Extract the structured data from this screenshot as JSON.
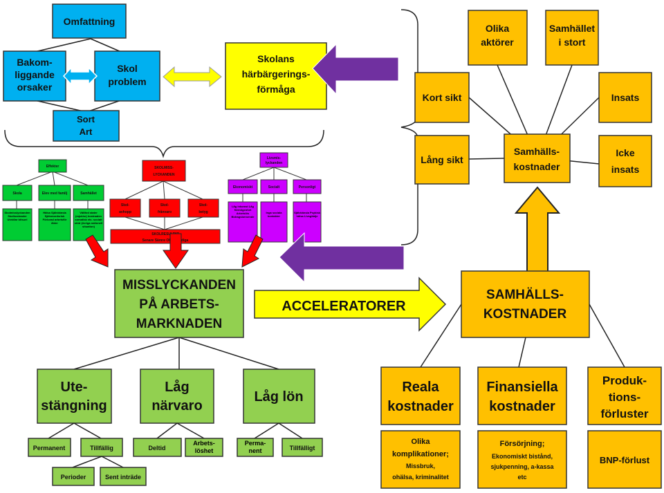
{
  "colors": {
    "blue": "#00b0f0",
    "yellow": "#ffff00",
    "orange": "#ffc000",
    "green": "#92d050",
    "green_bright": "#00cc33",
    "red": "#ff0000",
    "magenta": "#cc00ff",
    "purple": "#7030a0"
  },
  "left_top": {
    "omfattning": "Omfattning",
    "bakom": [
      "Bakom-",
      "liggande",
      "orsaker"
    ],
    "skolproblem": [
      "Skol",
      "problem"
    ],
    "sort": [
      "Sort",
      "Art"
    ],
    "harbargering": [
      "Skolans",
      "härbärgerings-",
      "förmåga"
    ]
  },
  "mini": {
    "green": {
      "top": "Effekter",
      "cols": [
        {
          "title": "Skola",
          "body": "Skolmisslyckanden Skolkostnader Utvidlar bitsuel"
        },
        {
          "title": "Elev med familj",
          "body": "Hälsa Självkänsla Självmordsrisk Förlorad arbetsför ålder"
        },
        {
          "title": "Samhället",
          "body": "Välfärd stater (mjukisr) kostnaden somatisk etc. socialt stöd (övriga nationell situation)"
        }
      ]
    },
    "red": {
      "top": [
        "SKOLMISS-",
        "LYCKANDEN"
      ],
      "cols": [
        [
          "Skol-",
          "avhopp"
        ],
        [
          "Skol-",
          "frånvaro"
        ],
        [
          "Skol-",
          "betyg"
        ]
      ],
      "bottom_title": "SKOLRESULTAT",
      "bottom_row": "Senare     Sämre     Ofullständiga"
    },
    "magenta": {
      "top": [
        "Livsmis-",
        "lyckanden"
      ],
      "cols": [
        {
          "title": "Ekonomiskt",
          "body": "Låg inkomst Låg förmögenhet Arbetslös Bidragsberoende"
        },
        {
          "title": "Socialt",
          "body": "Inga sociala kontakter"
        },
        {
          "title": "Personligt",
          "body": "Självkänsla Psykisk hälsa Livsglädje"
        }
      ]
    }
  },
  "bottom_left": {
    "main": [
      "MISSLYCKANDEN",
      "PÅ ARBETS-",
      "MARKNADEN"
    ],
    "boxes": [
      [
        "Ute-",
        "stängning"
      ],
      [
        "Låg",
        "närvaro"
      ],
      [
        "Låg lön"
      ]
    ],
    "leaves": [
      [
        "Permanent",
        "Tillfällig"
      ],
      [
        "Deltid",
        "Arbets-\nlöshet"
      ],
      [
        "Perma-\nnent",
        "Tillfälligt"
      ]
    ],
    "subleaves": [
      "Perioder",
      "Sent inträde"
    ]
  },
  "accelerator": "ACCELERATORER",
  "right_top": {
    "center": [
      "Samhälls-",
      "kostnader"
    ],
    "nodes": [
      [
        "Olika",
        "aktörer"
      ],
      [
        "Samhället",
        "i stort"
      ],
      [
        "Kort sikt"
      ],
      [
        "Insats"
      ],
      [
        "Lång sikt"
      ],
      [
        "Icke",
        "insats"
      ]
    ]
  },
  "right_bottom": {
    "main": [
      "SAMHÄLLS-",
      "KOSTNADER"
    ],
    "cats": [
      [
        "Reala",
        "kostnader"
      ],
      [
        "Finansiella",
        "kostnader"
      ],
      [
        "Produk-",
        "tions-",
        "förluster"
      ]
    ],
    "details": [
      [
        "Olika",
        "komplikationer;",
        "Missbruk,",
        "ohälsa,  kriminalitet"
      ],
      [
        "Försörjning;",
        "Ekonomiskt bistånd,",
        "sjukpenning,  a-kassa",
        "etc"
      ],
      [
        "BNP-förlust"
      ]
    ]
  }
}
